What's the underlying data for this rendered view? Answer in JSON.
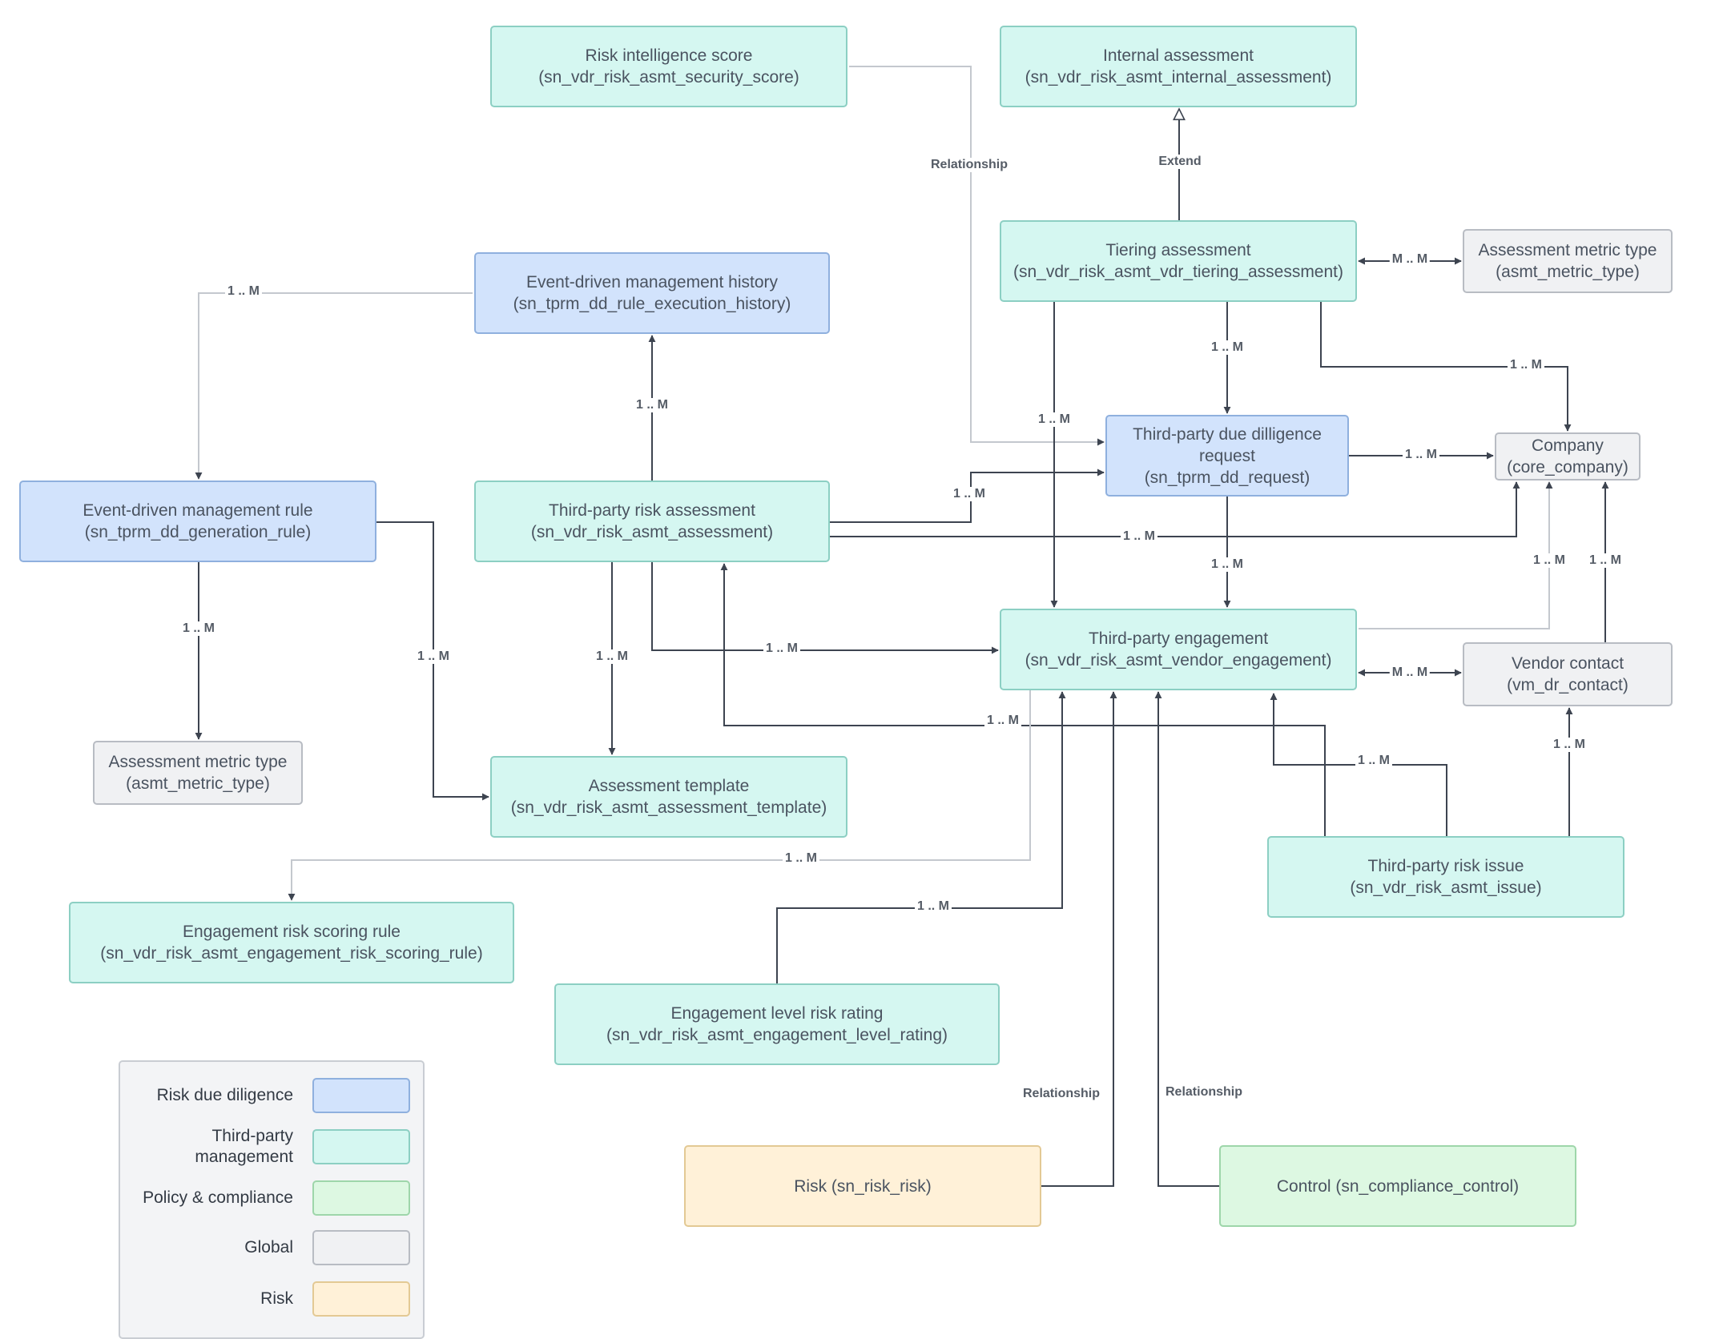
{
  "colors": {
    "risk_due_diligence": {
      "fill": "#d2e3fc",
      "border": "#8fb0de"
    },
    "third_party_management": {
      "fill": "#d5f7f1",
      "border": "#8ccfc3"
    },
    "policy_compliance": {
      "fill": "#ddf8e2",
      "border": "#9ed6aa"
    },
    "global": {
      "fill": "#f0f1f3",
      "border": "#b8bcc3"
    },
    "risk": {
      "fill": "#fff1d8",
      "border": "#e3c994"
    },
    "line_dark": "#3d4450",
    "line_light": "#c4c8ce"
  },
  "nodes": [
    {
      "id": "risk_intel",
      "category": "third_party_management",
      "lines": [
        "Risk intelligence score",
        "(sn_vdr_risk_asmt_security_score)"
      ]
    },
    {
      "id": "internal",
      "category": "third_party_management",
      "lines": [
        "Internal assessment",
        "(sn_vdr_risk_asmt_internal_assessment)"
      ]
    },
    {
      "id": "tiering",
      "category": "third_party_management",
      "lines": [
        "Tiering assessment",
        "(sn_vdr_risk_asmt_vdr_tiering_assessment)"
      ]
    },
    {
      "id": "metric_top",
      "category": "global",
      "lines": [
        "Assessment metric type",
        "(asmt_metric_type)"
      ]
    },
    {
      "id": "history",
      "category": "risk_due_diligence",
      "lines": [
        "Event-driven management history",
        "(sn_tprm_dd_rule_execution_history)"
      ]
    },
    {
      "id": "due_diligence",
      "category": "risk_due_diligence",
      "lines": [
        "Third-party due dilligence",
        "request",
        "(sn_tprm_dd_request)"
      ]
    },
    {
      "id": "company",
      "category": "global",
      "lines": [
        "Company",
        "(core_company)"
      ]
    },
    {
      "id": "rule",
      "category": "risk_due_diligence",
      "lines": [
        "Event-driven management rule",
        "(sn_tprm_dd_generation_rule)"
      ]
    },
    {
      "id": "tp_assessment",
      "category": "third_party_management",
      "lines": [
        "Third-party risk assessment",
        "(sn_vdr_risk_asmt_assessment)"
      ]
    },
    {
      "id": "engagement",
      "category": "third_party_management",
      "lines": [
        "Third-party engagement",
        "(sn_vdr_risk_asmt_vendor_engagement)"
      ]
    },
    {
      "id": "vendor_contact",
      "category": "global",
      "lines": [
        "Vendor contact",
        "(vm_dr_contact)"
      ]
    },
    {
      "id": "metric_left",
      "category": "global",
      "lines": [
        "Assessment metric type",
        "(asmt_metric_type)"
      ]
    },
    {
      "id": "template",
      "category": "third_party_management",
      "lines": [
        "Assessment template",
        "(sn_vdr_risk_asmt_assessment_template)"
      ]
    },
    {
      "id": "issue",
      "category": "third_party_management",
      "lines": [
        "Third-party risk issue",
        "(sn_vdr_risk_asmt_issue)"
      ]
    },
    {
      "id": "scoring_rule",
      "category": "third_party_management",
      "lines": [
        "Engagement risk scoring rule",
        "(sn_vdr_risk_asmt_engagement_risk_scoring_rule)"
      ]
    },
    {
      "id": "level_rating",
      "category": "third_party_management",
      "lines": [
        "Engagement level risk rating",
        "(sn_vdr_risk_asmt_engagement_level_rating)"
      ]
    },
    {
      "id": "risk",
      "category": "risk",
      "lines": [
        "Risk (sn_risk_risk)"
      ]
    },
    {
      "id": "control",
      "category": "policy_compliance",
      "lines": [
        "Control (sn_compliance_control)"
      ]
    }
  ],
  "edge_labels": {
    "relationship": "Relationship",
    "extend": "Extend",
    "one_many": "1 .. M",
    "many_many": "M .. M"
  },
  "legend": [
    {
      "label": "Risk due diligence",
      "category": "risk_due_diligence"
    },
    {
      "label": "Third-party management",
      "category": "third_party_management"
    },
    {
      "label": "Policy & compliance",
      "category": "policy_compliance"
    },
    {
      "label": "Global",
      "category": "global"
    },
    {
      "label": "Risk",
      "category": "risk"
    }
  ]
}
